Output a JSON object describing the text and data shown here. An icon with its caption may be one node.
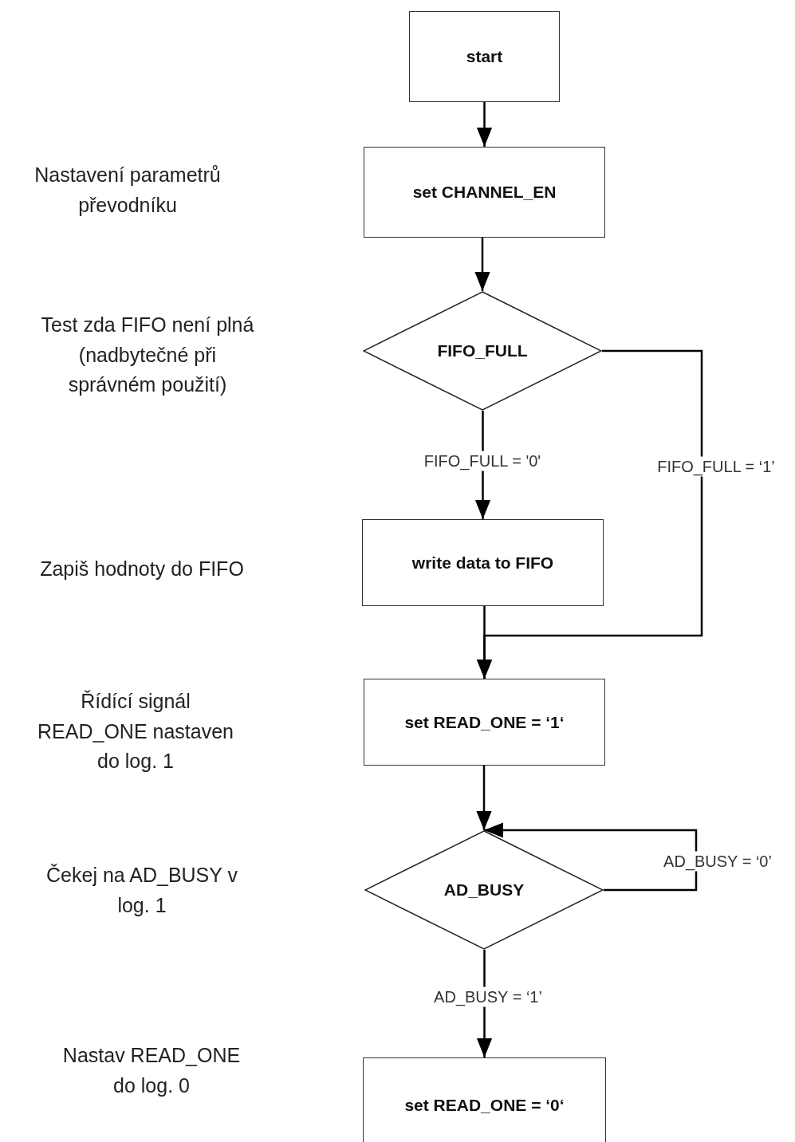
{
  "diagram": {
    "nodes": [
      {
        "text": [
          "start"
        ]
      },
      {
        "text": [
          "set CHANNEL_EN"
        ]
      },
      {
        "text": [
          "FIFO_FULL"
        ]
      },
      {
        "text": [
          "write data to FIFO"
        ]
      },
      {
        "text": [
          "set READ_ONE = ‘1‘"
        ]
      },
      {
        "text": [
          "AD_BUSY"
        ]
      },
      {
        "text": [
          "set READ_ONE = ‘0‘"
        ]
      }
    ],
    "edges": [
      {
        "from": 0,
        "to": 1,
        "arrow": "to"
      },
      {
        "from": 1,
        "to": 2,
        "arrow": "to"
      },
      {
        "from": 2,
        "to": 3,
        "arrow": "to",
        "label": "FIFO_FULL = '0'"
      },
      {
        "from": 2,
        "to": 4,
        "arrow": "to",
        "label": "FIFO_FULL = ‘1’"
      },
      {
        "from": 3,
        "to": 4,
        "arrow": "to"
      },
      {
        "from": 4,
        "to": 5,
        "arrow": "to"
      },
      {
        "from": 5,
        "to": 5,
        "arrow": "to",
        "label": "AD_BUSY = ‘0’"
      },
      {
        "from": 5,
        "to": 6,
        "arrow": "to",
        "label": "AD_BUSY = ‘1’"
      }
    ],
    "labels": [
      "Nastavení parametrů převodníku",
      "Test zda FIFO není plná (nadbytečné při správném použití)",
      "Zapiš hodnoty do FIFO",
      "Řídící signál READ_ONE nastaven do log. 1",
      "Čekej na AD_BUSY v log. 1",
      "Nastav READ_ONE do log. 0"
    ]
  }
}
